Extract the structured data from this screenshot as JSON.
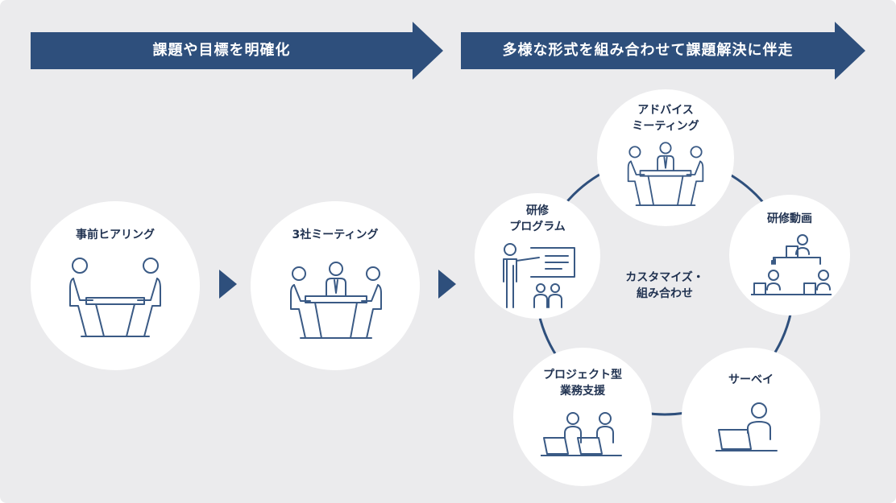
{
  "colors": {
    "background": "#ebebed",
    "banner": "#2e4f7c",
    "ring": "#2e4f7c",
    "icon_stroke": "#3a5a85",
    "text": "#1f3150"
  },
  "banners": {
    "left": "課題や目標を明確化",
    "right": "多様な形式を組み合わせて課題解決に伴走"
  },
  "steps": {
    "hearing": "事前ヒアリング",
    "meeting3": "3社ミーティング"
  },
  "cycle": {
    "center": [
      "カスタマイズ・",
      "組み合わせ"
    ],
    "advice": [
      "アドバイス",
      "ミーティング"
    ],
    "program": [
      "研修",
      "プログラム"
    ],
    "video": [
      "研修動画"
    ],
    "project": [
      "プロジェクト型",
      "業務支援"
    ],
    "survey": [
      "サーベイ"
    ]
  },
  "icons": {
    "hearing": "two-people-at-table-icon",
    "meeting3": "three-people-at-table-icon",
    "advice": "three-people-at-table-icon",
    "program": "presenter-with-board-icon",
    "video": "hierarchy-laptops-icon",
    "project": "two-people-laptops-icon",
    "survey": "person-laptop-icon"
  }
}
